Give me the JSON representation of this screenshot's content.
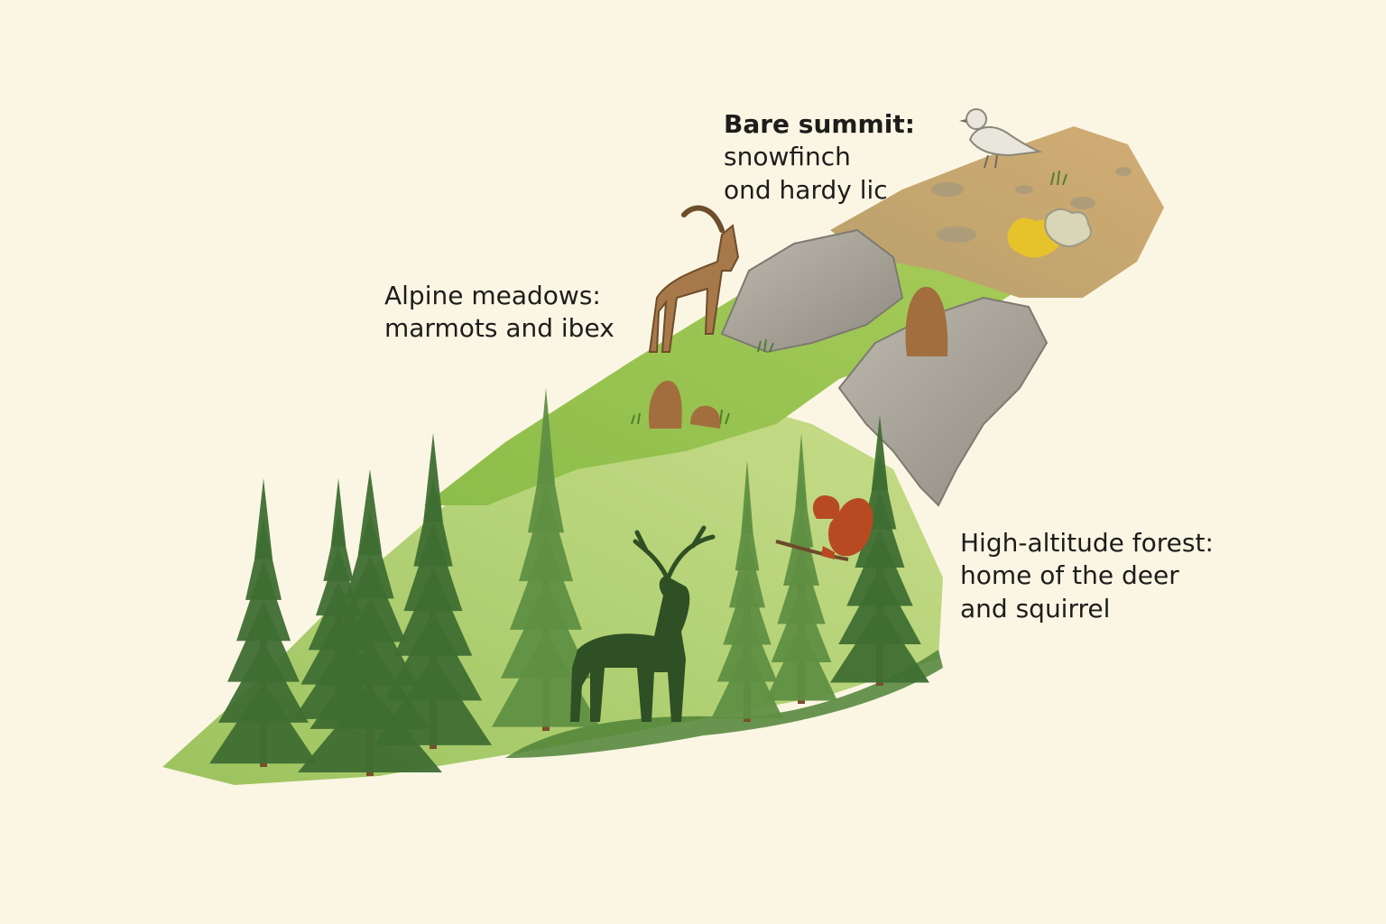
{
  "zones": {
    "summit": {
      "heading": "Bare summit:",
      "line1": "snowfinch",
      "line2": "ond hardy lic"
    },
    "meadow": {
      "heading": "Alpine meadows:",
      "line1": "marmots and ibex"
    },
    "forest": {
      "heading": "High-altitude forest:",
      "line1": "home of the deer",
      "line2": "and squirrel"
    }
  },
  "colors": {
    "background": "#fbf6e4",
    "forest_dark": "#3f6e33",
    "forest_mid": "#5f8f42",
    "meadow": "#8fbf4f",
    "rock": "#a9a49a",
    "summit_soil": "#c9a56a",
    "animal_brown": "#a26e3d",
    "squirrel": "#b84a22",
    "deer_silhouette": "#2f4f24"
  }
}
